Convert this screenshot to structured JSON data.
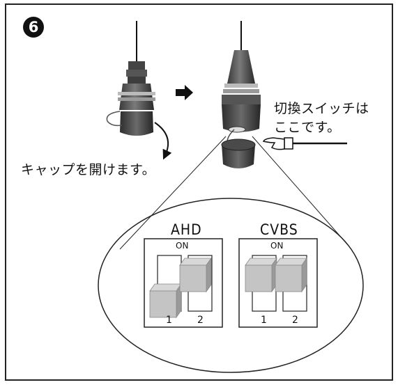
{
  "step": {
    "number": "6"
  },
  "labels": {
    "open_cap": "キャップを開けます。",
    "switch_location_line1": "切換スイッチは",
    "switch_location_line2": "ここです。"
  },
  "dip_switches": [
    {
      "mode": "AHD",
      "on_label": "ON",
      "switch1_label": "1",
      "switch2_label": "2",
      "switch1_state": "off",
      "switch2_state": "on"
    },
    {
      "mode": "CVBS",
      "on_label": "ON",
      "switch1_label": "1",
      "switch2_label": "2",
      "switch1_state": "on",
      "switch2_state": "on"
    }
  ]
}
